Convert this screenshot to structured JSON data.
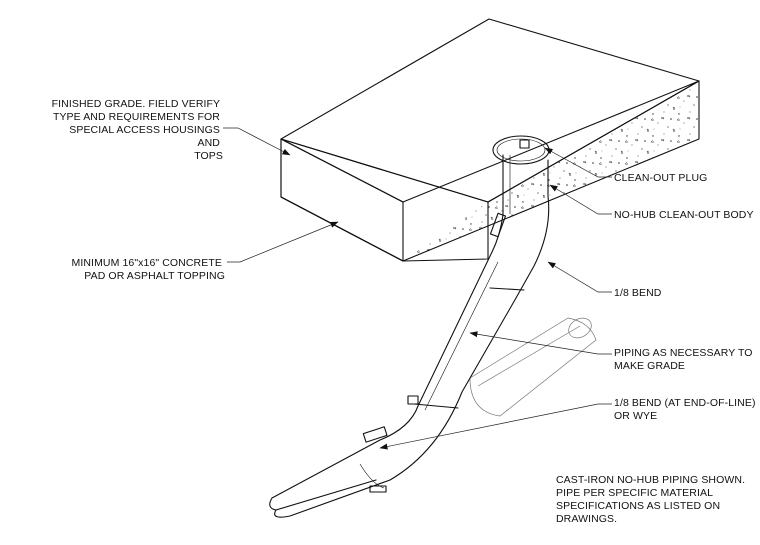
{
  "labels": {
    "finished_grade": [
      "FINISHED GRADE. FIELD VERIFY",
      "TYPE AND REQUIREMENTS FOR",
      "SPECIAL ACCESS HOUSINGS",
      "AND",
      "TOPS"
    ],
    "concrete_pad": [
      "MINIMUM 16\"x16\" CONCRETE",
      "PAD OR ASPHALT TOPPING"
    ],
    "clean_out_plug": [
      "CLEAN-OUT PLUG"
    ],
    "no_hub_body": [
      "NO-HUB CLEAN-OUT BODY"
    ],
    "eighth_bend": [
      "1/8 BEND"
    ],
    "piping": [
      "PIPING AS NECESSARY TO",
      "MAKE GRADE"
    ],
    "eighth_bend_wye": [
      "1/8 BEND (AT END-OF-LINE)",
      "OR WYE"
    ],
    "note": [
      "CAST-IRON NO-HUB PIPING SHOWN.",
      "PIPE PER SPECIFIC MATERIAL",
      "SPECIFICATIONS AS LISTED ON",
      "DRAWINGS."
    ]
  }
}
